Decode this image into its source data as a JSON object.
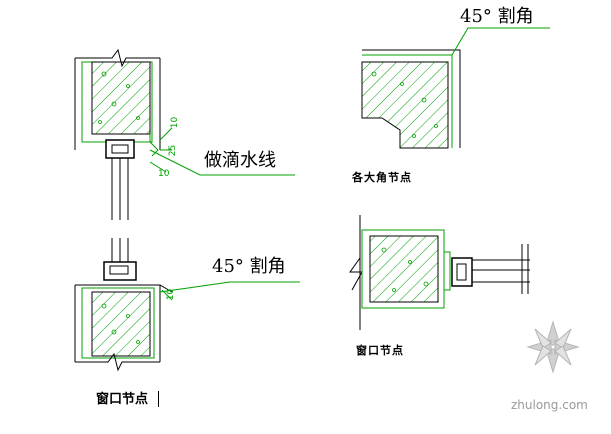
{
  "labels": {
    "drip_line": "做滴水线",
    "corner_cut_top_right": "45° 割角",
    "corner_cut_left": "45° 割角",
    "corner_node": "各大角节点",
    "window_node_right": "窗口节点",
    "window_node_title": "窗口节点"
  },
  "dimensions": {
    "d10_upper": "10",
    "d25": "25",
    "d10_lower": "10",
    "d10_window_bottom": "10"
  },
  "watermark": {
    "text": "zhulong.com"
  },
  "colors": {
    "lines": "#000000",
    "hatch": "#00a000",
    "dimension": "#00a000"
  }
}
